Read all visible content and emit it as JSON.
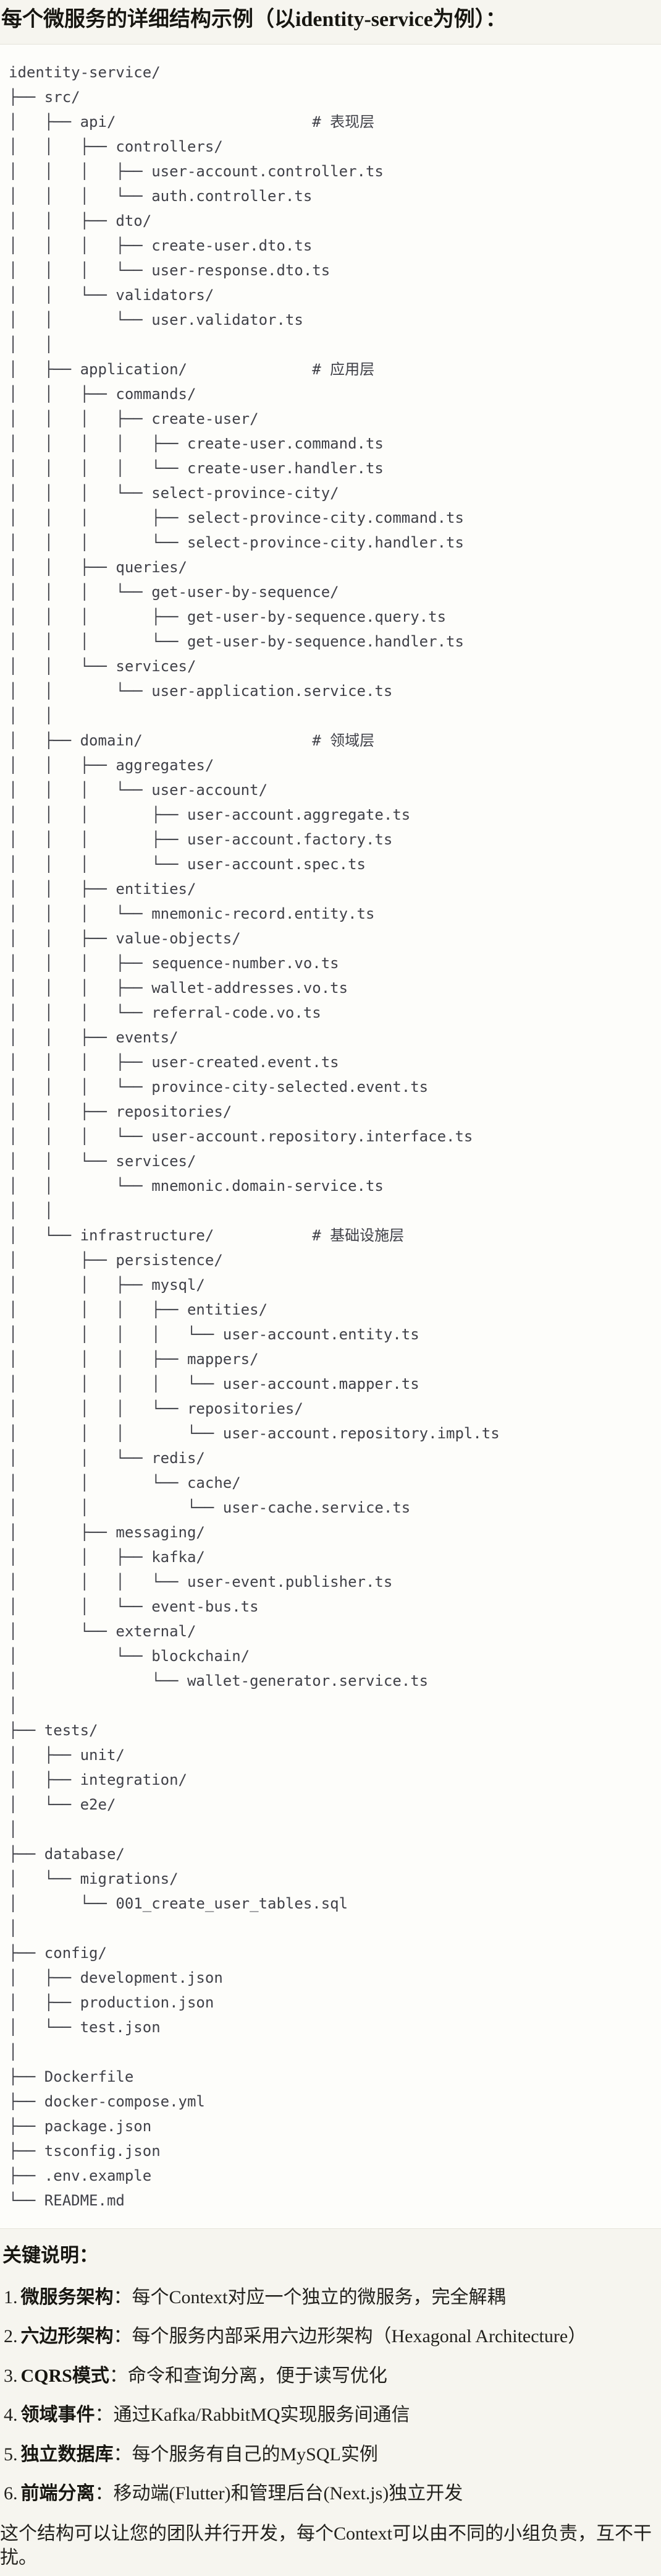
{
  "title": "每个微服务的详细结构示例（以identity-service为例）：",
  "code_block": {
    "lines": [
      "identity-service/",
      "├── src/",
      "│   ├── api/                      # 表现层",
      "│   │   ├── controllers/",
      "│   │   │   ├── user-account.controller.ts",
      "│   │   │   └── auth.controller.ts",
      "│   │   ├── dto/",
      "│   │   │   ├── create-user.dto.ts",
      "│   │   │   └── user-response.dto.ts",
      "│   │   └── validators/",
      "│   │       └── user.validator.ts",
      "│   │",
      "│   ├── application/              # 应用层",
      "│   │   ├── commands/",
      "│   │   │   ├── create-user/",
      "│   │   │   │   ├── create-user.command.ts",
      "│   │   │   │   └── create-user.handler.ts",
      "│   │   │   └── select-province-city/",
      "│   │   │       ├── select-province-city.command.ts",
      "│   │   │       └── select-province-city.handler.ts",
      "│   │   ├── queries/",
      "│   │   │   └── get-user-by-sequence/",
      "│   │   │       ├── get-user-by-sequence.query.ts",
      "│   │   │       └── get-user-by-sequence.handler.ts",
      "│   │   └── services/",
      "│   │       └── user-application.service.ts",
      "│   │",
      "│   ├── domain/                   # 领域层",
      "│   │   ├── aggregates/",
      "│   │   │   └── user-account/",
      "│   │   │       ├── user-account.aggregate.ts",
      "│   │   │       ├── user-account.factory.ts",
      "│   │   │       └── user-account.spec.ts",
      "│   │   ├── entities/",
      "│   │   │   └── mnemonic-record.entity.ts",
      "│   │   ├── value-objects/",
      "│   │   │   ├── sequence-number.vo.ts",
      "│   │   │   ├── wallet-addresses.vo.ts",
      "│   │   │   └── referral-code.vo.ts",
      "│   │   ├── events/",
      "│   │   │   ├── user-created.event.ts",
      "│   │   │   └── province-city-selected.event.ts",
      "│   │   ├── repositories/",
      "│   │   │   └── user-account.repository.interface.ts",
      "│   │   └── services/",
      "│   │       └── mnemonic.domain-service.ts",
      "│   │",
      "│   └── infrastructure/           # 基础设施层",
      "│       ├── persistence/",
      "│       │   ├── mysql/",
      "│       │   │   ├── entities/",
      "│       │   │   │   └── user-account.entity.ts",
      "│       │   │   ├── mappers/",
      "│       │   │   │   └── user-account.mapper.ts",
      "│       │   │   └── repositories/",
      "│       │   │       └── user-account.repository.impl.ts",
      "│       │   └── redis/",
      "│       │       └── cache/",
      "│       │           └── user-cache.service.ts",
      "│       ├── messaging/",
      "│       │   ├── kafka/",
      "│       │   │   └── user-event.publisher.ts",
      "│       │   └── event-bus.ts",
      "│       └── external/",
      "│           └── blockchain/",
      "│               └── wallet-generator.service.ts",
      "│",
      "├── tests/",
      "│   ├── unit/",
      "│   ├── integration/",
      "│   └── e2e/",
      "│",
      "├── database/",
      "│   └── migrations/",
      "│       └── 001_create_user_tables.sql",
      "│",
      "├── config/",
      "│   ├── development.json",
      "│   ├── production.json",
      "│   └── test.json",
      "│",
      "├── Dockerfile",
      "├── docker-compose.yml",
      "├── package.json",
      "├── tsconfig.json",
      "├── .env.example",
      "└── README.md"
    ]
  },
  "notes": {
    "heading": "关键说明：",
    "items": [
      {
        "num": "1.",
        "term": "微服务架构",
        "desc": "：每个Context对应一个独立的微服务，完全解耦"
      },
      {
        "num": "2.",
        "term": "六边形架构",
        "desc": "：每个服务内部采用六边形架构（Hexagonal Architecture）"
      },
      {
        "num": "3.",
        "term": "CQRS模式",
        "desc": "：命令和查询分离，便于读写优化"
      },
      {
        "num": "4.",
        "term": "领域事件",
        "desc": "：通过Kafka/RabbitMQ实现服务间通信"
      },
      {
        "num": "5.",
        "term": "独立数据库",
        "desc": "：每个服务有自己的MySQL实例"
      },
      {
        "num": "6.",
        "term": "前端分离",
        "desc": "：移动端(Flutter)和管理后台(Next.js)独立开发"
      }
    ]
  },
  "footer": "这个结构可以让您的团队并行开发，每个Context可以由不同的小组负责，互不干扰。"
}
